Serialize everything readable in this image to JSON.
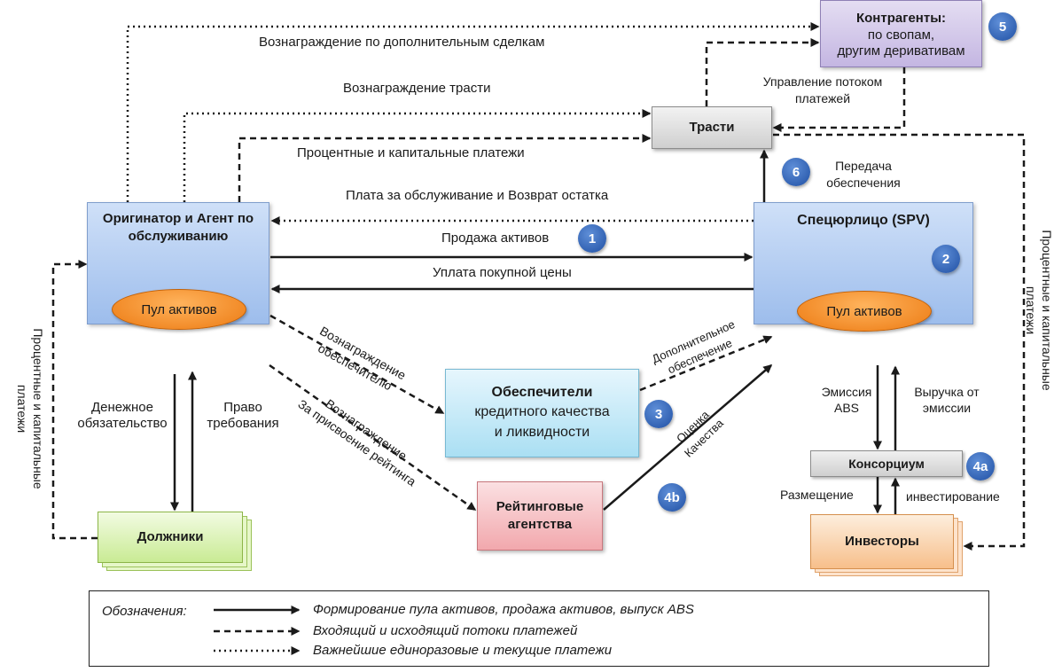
{
  "nodes": {
    "originator": {
      "title": "Оригинатор и Агент по обслуживанию"
    },
    "originator_pool": "Пул активов",
    "spv": {
      "title": "Спецюрлицо (SPV)"
    },
    "spv_pool": "Пул активов",
    "trustee": "Трасти",
    "counterparties": {
      "title": "Контрагенты:",
      "line2": "по свопам,",
      "line3": "другим деривативам"
    },
    "enhancers": {
      "title": "Обеспечители",
      "line2": "кредитного качества",
      "line3": "и ликвидности"
    },
    "rating": {
      "line1": "Рейтинговые",
      "line2": "агентства"
    },
    "consortium": "Консорциум",
    "debtors": "Должники",
    "investors": "Инвесторы"
  },
  "badges": [
    "1",
    "2",
    "3",
    "4a",
    "4b",
    "5",
    "6"
  ],
  "labels": {
    "additional_deals": "Вознаграждение по дополнительным сделкам",
    "trustee_fee": "Вознаграждение трасти",
    "interest_principal": "Процентные и капитальные платежи",
    "servicing_fee": "Плата за обслуживание и Возврат остатка",
    "asset_sale": "Продажа активов",
    "purchase_price": "Уплата покупной цены",
    "payment_flow_mgmt_1": "Управление потоком",
    "payment_flow_mgmt_2": "платежей",
    "collateral_transfer_1": "Передача",
    "collateral_transfer_2": "обеспечения",
    "enhancer_fee_1": "Вознаграждение",
    "enhancer_fee_2": "обеспечителю",
    "rating_fee_1": "Вознаграждение",
    "rating_fee_2": "За присвоение рейтинга",
    "additional_collateral_1": "Дополнительное",
    "additional_collateral_2": "обеспечение",
    "rating_assessment_1": "Оценка",
    "rating_assessment_2": "Качества",
    "monetary_obligation_1": "Денежное",
    "monetary_obligation_2": "обязательство",
    "claim_right_1": "Право",
    "claim_right_2": "требования",
    "issue_abs_1": "Эмиссия",
    "issue_abs_2": "ABS",
    "issue_proceeds_1": "Выручка от",
    "issue_proceeds_2": "эмиссии",
    "placement": "Размещение",
    "investment": "инвестирование",
    "left_vertical_1": "Процентные и капитальные",
    "left_vertical_2": "платежи",
    "right_vertical_1": "Процентные и капитальные",
    "right_vertical_2": "платежи"
  },
  "legend": {
    "title": "Обозначения:",
    "items": [
      {
        "style": "solid",
        "text": "Формирование пула активов, продажа активов, выпуск ABS"
      },
      {
        "style": "dashed",
        "text": "Входящий и исходящий потоки платежей"
      },
      {
        "style": "dotted",
        "text": "Важнейшие единоразовые и текущие платежи"
      }
    ]
  },
  "colors": {
    "line": "#1a1a1a",
    "badge": "#2a5db0",
    "pool": "#f08a24",
    "originator_spv": "#a9c4ee",
    "counterparties": "#cdbfe6",
    "enhancers": "#b5e3f5",
    "rating": "#f5b3b7",
    "debtors": "#d2ef9f",
    "investors": "#f9c796",
    "trustee": "#d6d6d6"
  }
}
